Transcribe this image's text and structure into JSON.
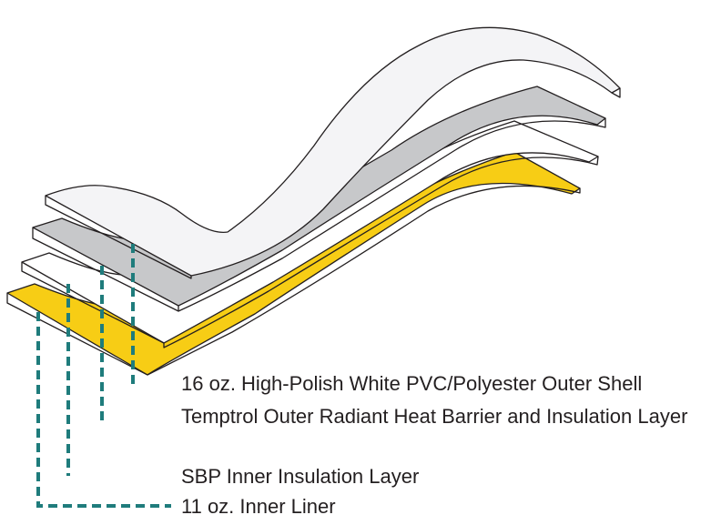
{
  "colors": {
    "outer_shell": "#f4f4f6",
    "radiant_barrier": "#c7c8ca",
    "inner_insulation": "#ffffff",
    "inner_liner": "#f7cd15",
    "outline": "#231f20",
    "leader": "#1f7c7c"
  },
  "labels": [
    {
      "id": "outer-shell",
      "text": "16 oz. High-Polish White PVC/Polyester Outer Shell"
    },
    {
      "id": "radiant-barrier",
      "text": "Temptrol Outer Radiant Heat Barrier and Insulation Layer"
    },
    {
      "id": "inner-insulation",
      "text": "SBP Inner Insulation Layer"
    },
    {
      "id": "inner-liner",
      "text": "11 oz. Inner Liner"
    }
  ]
}
